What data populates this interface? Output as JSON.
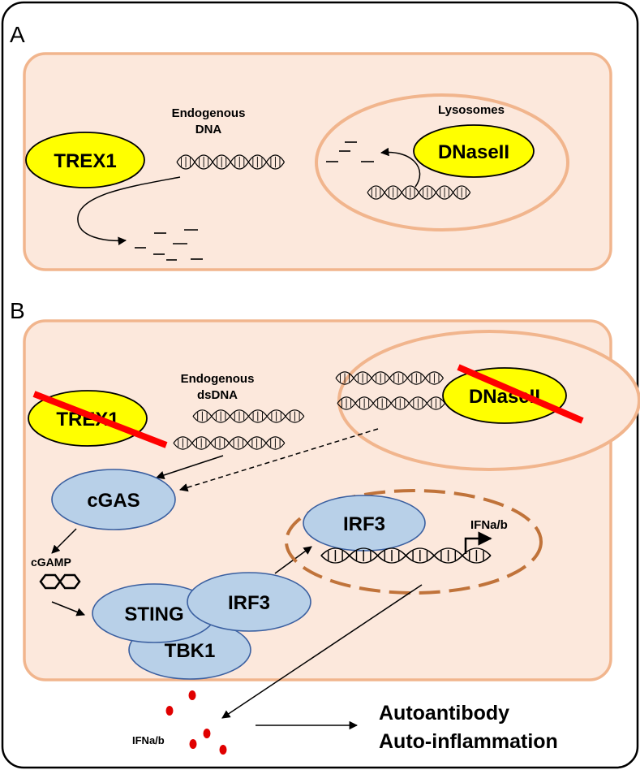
{
  "colors": {
    "cell_fill": "#fce8dc",
    "cell_stroke": "#f1b58d",
    "enzyme_yellow": "#ffff00",
    "protein_blue": "#b8d0e8",
    "protein_stroke": "#3a5fa0",
    "knockout_red": "#ff0000",
    "nucleus_dash": "#c0733a",
    "ifn_dot": "#e00000"
  },
  "panelA": {
    "letter": "A",
    "trex1": "TREX1",
    "dnase": "DNaseII",
    "endo_dna": [
      "Endogenous",
      "DNA"
    ],
    "lysosomes": "Lysosomes"
  },
  "panelB": {
    "letter": "B",
    "trex1": "TREX1",
    "dnase": "DNaseII",
    "endo_dsdna": [
      "Endogenous",
      "dsDNA"
    ],
    "cgas": "cGAS",
    "cgamp": "cGAMP",
    "sting": "STING",
    "irf3_cyto": "IRF3",
    "tbk1": "TBK1",
    "irf3_nuc": "IRF3",
    "ifn_gene": "IFNa/b",
    "ifn_secreted": "IFNa/b",
    "outcome": [
      "Autoantibody",
      "Auto-inflammation"
    ]
  }
}
